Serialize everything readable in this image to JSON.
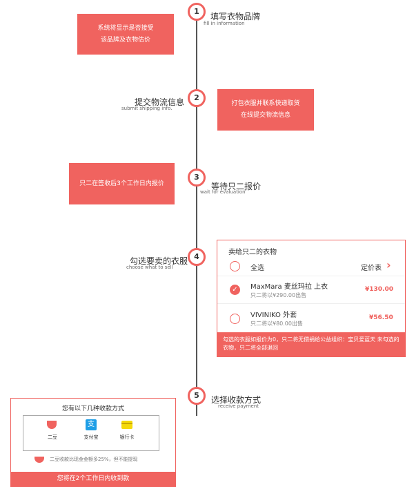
{
  "steps": [
    {
      "num": "1",
      "title": "填写衣物品牌",
      "sub": "fill in information",
      "note_lines": [
        "系统将显示是否接受",
        "该品牌及衣物估价"
      ]
    },
    {
      "num": "2",
      "title": "提交物流信息",
      "sub": "submit shipping info.",
      "note_lines": [
        "打包衣服并联系快递取货",
        "在线提交物流信息"
      ]
    },
    {
      "num": "3",
      "title": "等待只二报价",
      "sub": "wait for evaluation",
      "note_lines": [
        "只二在签收后3个工作日内报价"
      ]
    },
    {
      "num": "4",
      "title": "勾选要卖的衣服",
      "sub": "choose what to sell"
    },
    {
      "num": "5",
      "title": "选择收款方式",
      "sub": "receive payment"
    }
  ],
  "sell_card": {
    "header": "卖给只二的衣物",
    "select_all": "全选",
    "price_list": "定价表",
    "items": [
      {
        "name": "MaxMara 麦丝玛拉 上衣",
        "sub": "只二将以¥290.00出售",
        "price": "¥130.00",
        "checked": true
      },
      {
        "name": "VIVINIKO 外套",
        "sub": "只二将以¥80.00出售",
        "price": "¥56.50",
        "checked": false
      }
    ],
    "footer": "勾选的衣服如报价为0，只二将无偿捐给公益组织：宝贝爱蓝天 未勾选的衣物，只二将全部退回"
  },
  "payment_card": {
    "header": "您有以下几种收款方式",
    "methods": [
      {
        "label": "二豆",
        "icon": "erdou-icon",
        "color": "#f0635f"
      },
      {
        "label": "支付宝",
        "icon": "alipay-icon",
        "color": "#1e9ee6"
      },
      {
        "label": "银行卡",
        "icon": "bank-card-icon",
        "color": "#f5d90a"
      }
    ],
    "note": "二豆收款比现金金额多25%，但不能提现",
    "footer": "您将在2个工作日内收到款"
  },
  "colors": {
    "accent": "#f0635f"
  }
}
